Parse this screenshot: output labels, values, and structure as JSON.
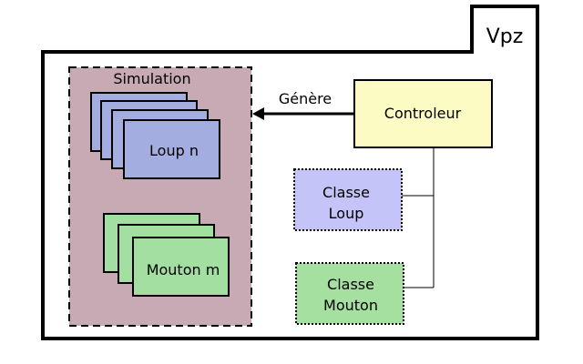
{
  "diagram": {
    "container_label": "Vpz",
    "simulation_label": "Simulation",
    "wolf_stack_label": "Loup n",
    "sheep_stack_label": "Mouton m",
    "controller_label": "Controleur",
    "arrow_label": "Génère",
    "class_wolf": {
      "line1": "Classe",
      "line2": "Loup"
    },
    "class_sheep": {
      "line1": "Classe",
      "line2": "Mouton"
    },
    "colors": {
      "simulation_fill": "#c8aab5",
      "wolf_fill": "#a4ade0",
      "sheep_fill": "#a3dfa0",
      "controller_fill": "#fbfbc3",
      "class_wolf_fill": "#c4c4f9",
      "class_sheep_fill": "#a6e0a1",
      "stroke": "#000000"
    }
  }
}
